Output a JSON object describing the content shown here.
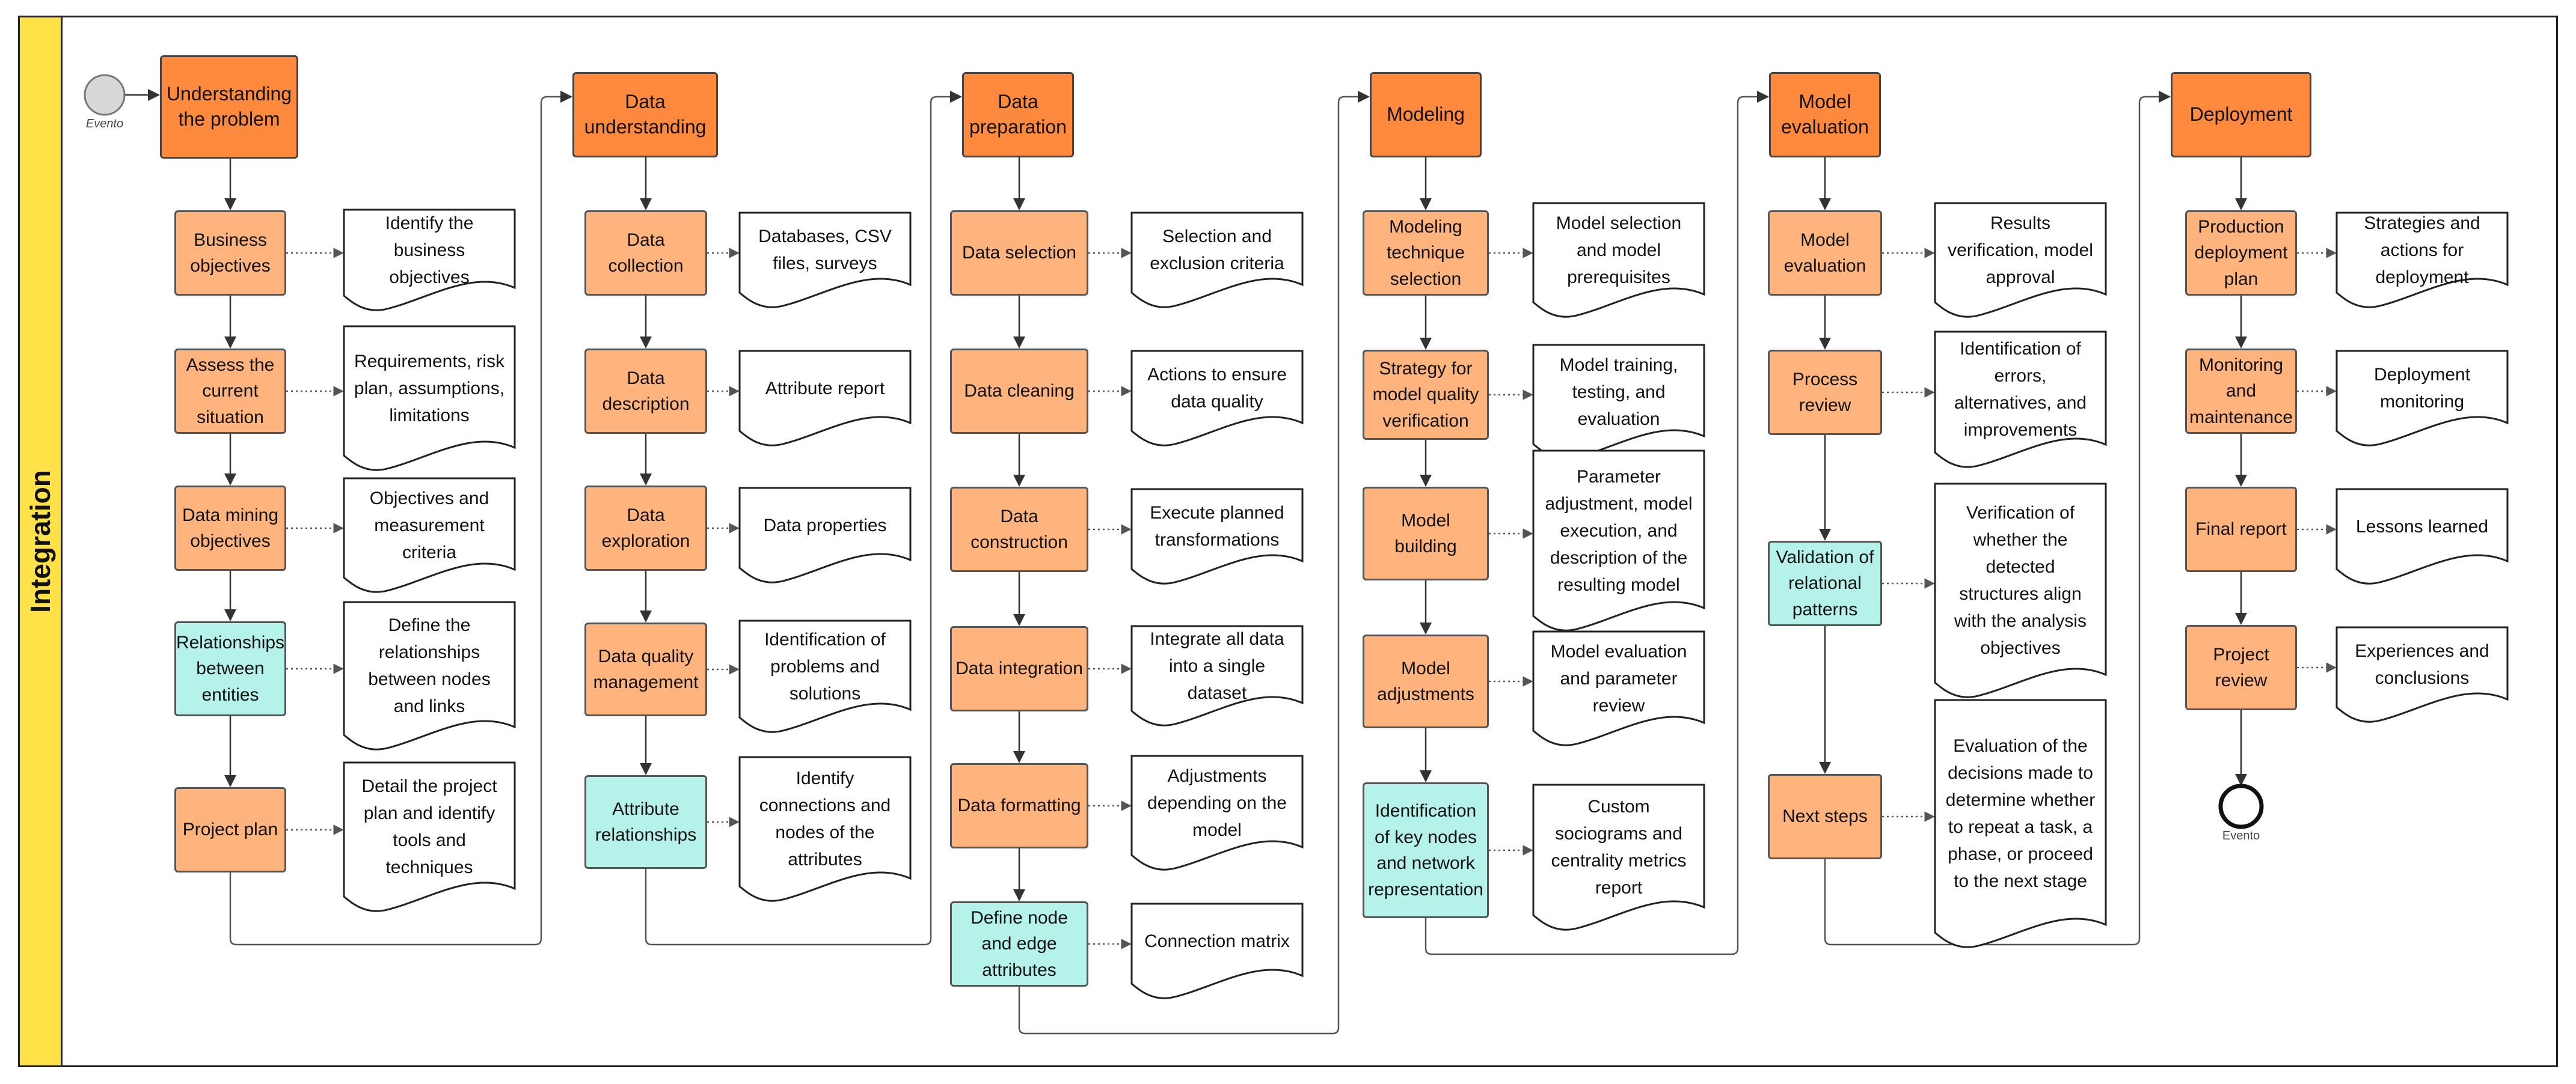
{
  "lane": {
    "title": "Integration"
  },
  "start_event": {
    "label": "Evento"
  },
  "end_event": {
    "label": "Evento"
  },
  "colors": {
    "phase": "#ff8a3d",
    "task": "#ffb47e",
    "social_task": "#b5f2ea",
    "lane": "#ffe248"
  },
  "phases": [
    {
      "title": "Understanding the problem",
      "tasks": [
        {
          "label": "Business objectives",
          "kind": "orange",
          "doc": "Identify the business objectives"
        },
        {
          "label": "Assess the current situation",
          "kind": "orange",
          "doc": "Requirements, risk plan, assumptions, limitations"
        },
        {
          "label": "Data mining objectives",
          "kind": "orange",
          "doc": "Objectives and measurement criteria"
        },
        {
          "label": "Relationships between entities",
          "kind": "teal",
          "doc": "Define the relationships between nodes and links"
        },
        {
          "label": "Project plan",
          "kind": "orange",
          "doc": "Detail the project plan and identify tools and techniques"
        }
      ]
    },
    {
      "title": "Data understanding",
      "tasks": [
        {
          "label": "Data collection",
          "kind": "orange",
          "doc": "Databases, CSV files, surveys"
        },
        {
          "label": "Data description",
          "kind": "orange",
          "doc": "Attribute report"
        },
        {
          "label": "Data exploration",
          "kind": "orange",
          "doc": "Data properties"
        },
        {
          "label": "Data quality management",
          "kind": "orange",
          "doc": "Identification of problems and solutions"
        },
        {
          "label": "Attribute relationships",
          "kind": "teal",
          "doc": "Identify connections and nodes of the attributes"
        }
      ]
    },
    {
      "title": "Data preparation",
      "tasks": [
        {
          "label": "Data selection",
          "kind": "orange",
          "doc": "Selection and exclusion criteria"
        },
        {
          "label": "Data cleaning",
          "kind": "orange",
          "doc": "Actions to ensure data quality"
        },
        {
          "label": "Data construction",
          "kind": "orange",
          "doc": "Execute planned transformations"
        },
        {
          "label": "Data integration",
          "kind": "orange",
          "doc": "Integrate all data into a single dataset"
        },
        {
          "label": "Data formatting",
          "kind": "orange",
          "doc": "Adjustments depending on the model"
        },
        {
          "label": "Define node and edge attributes",
          "kind": "teal",
          "doc": "Connection matrix"
        }
      ]
    },
    {
      "title": "Modeling",
      "tasks": [
        {
          "label": "Modeling technique selection",
          "kind": "orange",
          "doc": "Model selection and model prerequisites"
        },
        {
          "label": "Strategy for model quality verification",
          "kind": "orange",
          "doc": "Model training, testing, and evaluation"
        },
        {
          "label": "Model building",
          "kind": "orange",
          "doc": "Parameter adjustment, model execution, and description of the resulting model"
        },
        {
          "label": "Model adjustments",
          "kind": "orange",
          "doc": "Model evaluation and parameter review"
        },
        {
          "label": "Identification of key nodes and network representation",
          "kind": "teal",
          "doc": "Custom sociograms and centrality metrics report"
        }
      ]
    },
    {
      "title": "Model evaluation",
      "tasks": [
        {
          "label": "Model evaluation",
          "kind": "orange",
          "doc": "Results verification, model approval"
        },
        {
          "label": "Process review",
          "kind": "orange",
          "doc": "Identification of errors, alternatives, and improvements"
        },
        {
          "label": "Validation of relational patterns",
          "kind": "teal",
          "doc": "Verification of whether the detected structures align with the analysis objectives"
        },
        {
          "label": "Next steps",
          "kind": "orange",
          "doc": "Evaluation of the decisions made to determine whether to repeat a task, a phase, or proceed to the next stage"
        }
      ]
    },
    {
      "title": "Deployment",
      "tasks": [
        {
          "label": "Production deployment plan",
          "kind": "orange",
          "doc": "Strategies and actions for deployment"
        },
        {
          "label": "Monitoring and maintenance",
          "kind": "orange",
          "doc": "Deployment monitoring"
        },
        {
          "label": "Final report",
          "kind": "orange",
          "doc": "Lessons learned"
        },
        {
          "label": "Project review",
          "kind": "orange",
          "doc": "Experiences and conclusions"
        }
      ]
    }
  ]
}
